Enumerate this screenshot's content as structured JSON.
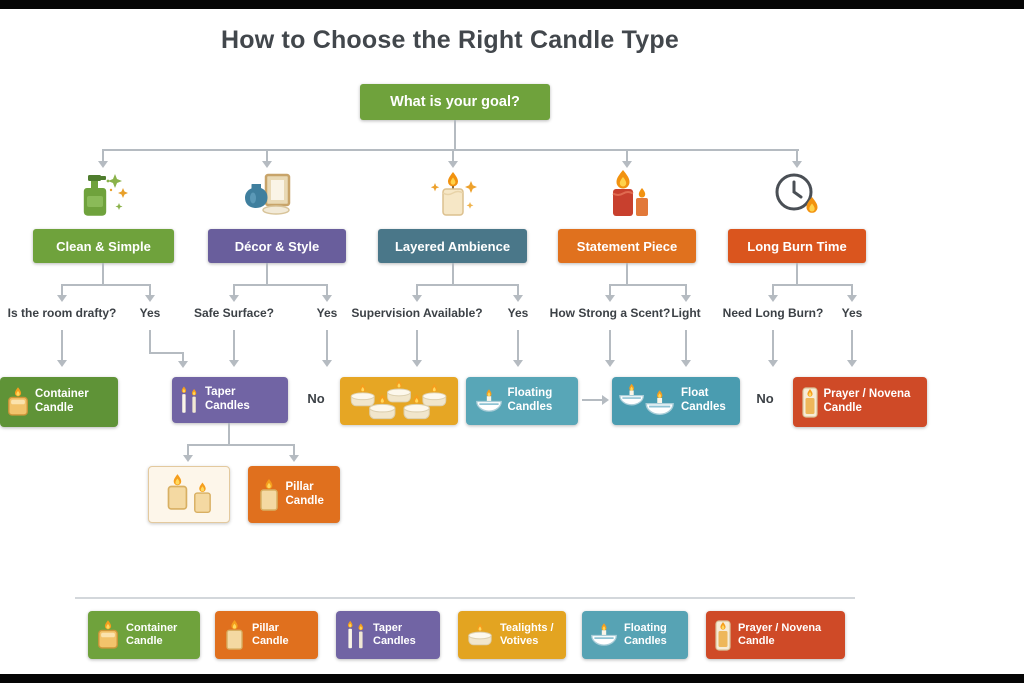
{
  "meta": {
    "title": "How to Choose the Right Candle Type"
  },
  "root": {
    "label": "What is your goal?",
    "color": "#6fa23c"
  },
  "branches": [
    {
      "label": "Clean & Simple",
      "icon": "spray-bottle-sparkles-icon",
      "color": "#6fa23c",
      "question": "Is the room drafty?",
      "answer": "Yes"
    },
    {
      "label": "Décor & Style",
      "icon": "vase-and-frame-icon",
      "color": "#695e9c",
      "question": "Safe Surface?",
      "answer": "Yes"
    },
    {
      "label": "Layered Ambience",
      "icon": "candle-sparkles-icon",
      "color": "#4a7789",
      "question": "Supervision Available?",
      "answer": "Yes"
    },
    {
      "label": "Statement Piece",
      "icon": "red-candle-flame-icon",
      "color": "#e0711e",
      "question": "How Strong a Scent?",
      "answer": "Light"
    },
    {
      "label": "Long Burn Time",
      "icon": "clock-flame-icon",
      "color": "#da551e",
      "question": "Need Long Burn?",
      "answer": "Yes"
    }
  ],
  "results": {
    "container": {
      "label": "Container Candle",
      "color": "#5f9337",
      "icon": "container-candle-icon"
    },
    "taper": {
      "label": "Taper Candles",
      "color": "#7164a4",
      "icon": "taper-candles-icon"
    },
    "no_left": "No",
    "tealights": {
      "color": "#e6a624",
      "icon": "tealight-candles-illustration"
    },
    "floating": {
      "label": "Floating Candles",
      "color": "#58a6b7",
      "icon": "floating-candle-icon"
    },
    "float_secondary": {
      "label": "Float Candles",
      "color": "#4a9cb0",
      "icon": "floating-bowls-illustration"
    },
    "no_right": "No",
    "prayer": {
      "label": "Prayer / Novena Candle",
      "color": "#cf4a27",
      "icon": "prayer-candle-icon"
    },
    "pillar_image": {
      "color": "#fdf6ea",
      "icon": "pillar-candles-illustration"
    },
    "pillar": {
      "label": "Pillar Candle",
      "color": "#e0701e",
      "icon": "pillar-candle-icon"
    }
  },
  "legend": [
    {
      "label": "Container Candle",
      "color": "#6fa23c",
      "icon": "container-candle-icon"
    },
    {
      "label": "Pillar Candle",
      "color": "#e0701e",
      "icon": "pillar-candle-icon"
    },
    {
      "label": "Taper Candles",
      "color": "#7164a4",
      "icon": "taper-candles-icon"
    },
    {
      "label": "Tealights / Votives",
      "color": "#e3a421",
      "icon": "tealight-icon"
    },
    {
      "label": "Floating Candles",
      "color": "#57a3b4",
      "icon": "floating-candle-icon"
    },
    {
      "label": "Prayer / Novena Candle",
      "color": "#cf4a27",
      "icon": "prayer-candle-icon"
    }
  ]
}
